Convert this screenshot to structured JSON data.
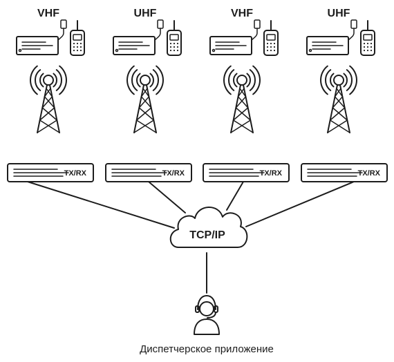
{
  "bands": [
    {
      "label": "VHF",
      "transceiver_label": "TX/RX"
    },
    {
      "label": "UHF",
      "transceiver_label": "TX/RX"
    },
    {
      "label": "VHF",
      "transceiver_label": "TX/RX"
    },
    {
      "label": "UHF",
      "transceiver_label": "TX/RX"
    }
  ],
  "network": {
    "label": "TCP/IP"
  },
  "dispatcher": {
    "caption": "Диспетчерское приложение"
  },
  "icons": {
    "base_station": "base-radio-icon",
    "handheld": "walkie-talkie-icon",
    "tower": "radio-tower-icon",
    "transceiver": "rack-transceiver-icon",
    "cloud": "cloud-icon",
    "operator": "headset-operator-icon"
  },
  "colors": {
    "stroke": "#1c1c1c",
    "background": "#ffffff"
  }
}
